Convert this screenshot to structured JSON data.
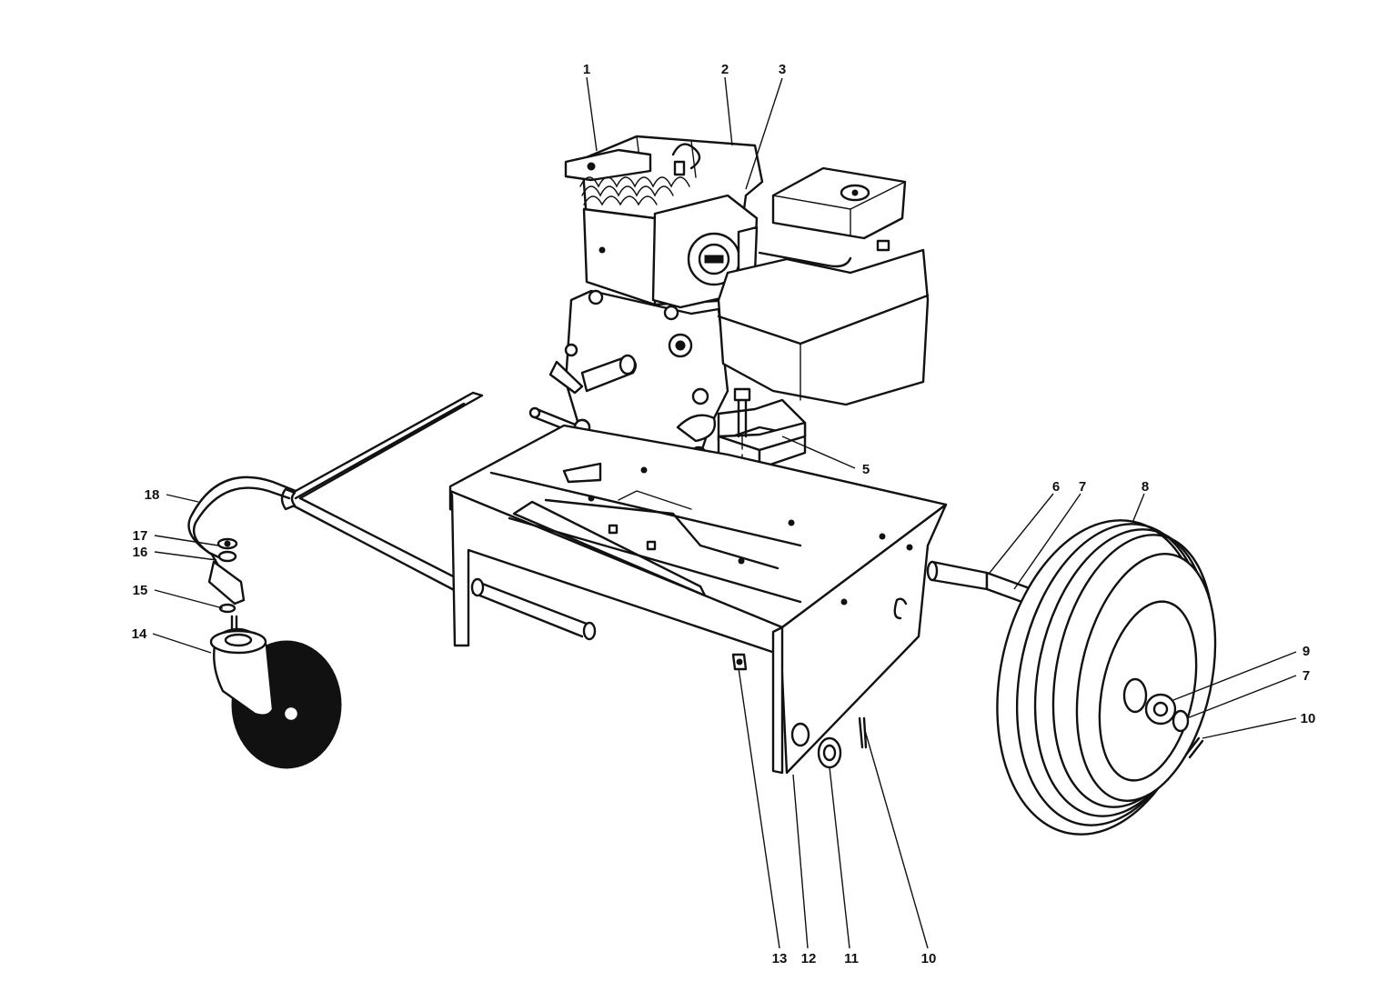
{
  "diagram": {
    "callouts": [
      {
        "id": "c1",
        "text": "1"
      },
      {
        "id": "c2",
        "text": "2"
      },
      {
        "id": "c3",
        "text": "3"
      },
      {
        "id": "c5",
        "text": "5"
      },
      {
        "id": "c6",
        "text": "6"
      },
      {
        "id": "c7a",
        "text": "7"
      },
      {
        "id": "c8",
        "text": "8"
      },
      {
        "id": "c9",
        "text": "9"
      },
      {
        "id": "c7b",
        "text": "7"
      },
      {
        "id": "c10a",
        "text": "10"
      },
      {
        "id": "c18",
        "text": "18"
      },
      {
        "id": "c17",
        "text": "17"
      },
      {
        "id": "c16",
        "text": "16"
      },
      {
        "id": "c15",
        "text": "15"
      },
      {
        "id": "c14",
        "text": "14"
      },
      {
        "id": "c13",
        "text": "13"
      },
      {
        "id": "c12",
        "text": "12"
      },
      {
        "id": "c11",
        "text": "11"
      },
      {
        "id": "c10b",
        "text": "10"
      }
    ]
  },
  "colors": {
    "ink": "#111111",
    "paper": "#ffffff"
  }
}
